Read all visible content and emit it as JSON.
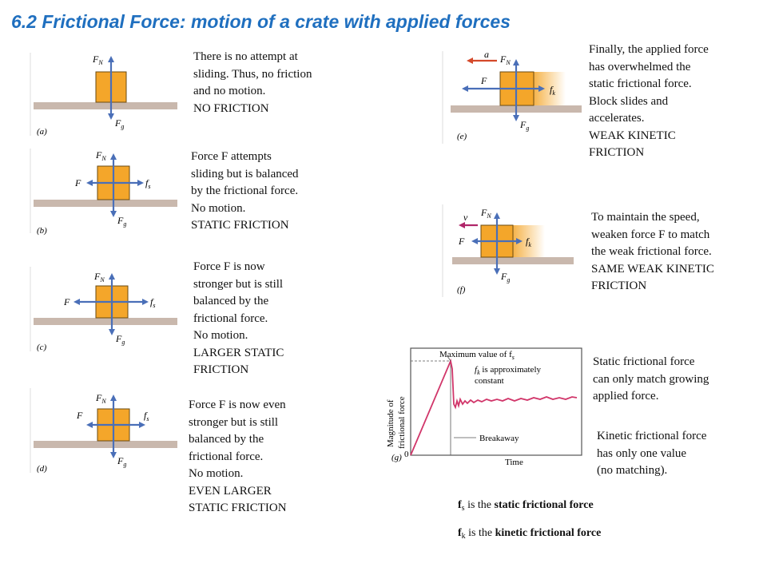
{
  "title": "6.2 Frictional Force: motion of a crate with applied forces",
  "panels": {
    "a": {
      "tag": "(a)",
      "lines": [
        "There is no attempt at",
        "sliding. Thus, no friction",
        "and no motion.",
        "NO FRICTION"
      ]
    },
    "b": {
      "tag": "(b)",
      "lines": [
        "Force F attempts",
        "sliding but is balanced",
        "by the frictional force.",
        "No motion.",
        "STATIC FRICTION"
      ]
    },
    "c": {
      "tag": "(c)",
      "lines": [
        "Force F is now",
        "stronger but is still",
        "balanced by the",
        "frictional force.",
        "No motion.",
        "LARGER STATIC",
        "FRICTION"
      ]
    },
    "d": {
      "tag": "(d)",
      "lines": [
        "Force F is now even",
        "stronger but is still",
        "balanced by the",
        "frictional force.",
        "No motion.",
        "EVEN LARGER",
        "STATIC FRICTION"
      ]
    },
    "e": {
      "tag": "(e)",
      "lines": [
        "Finally, the applied force",
        "has overwhelmed the",
        "static frictional force.",
        "Block slides and",
        "accelerates.",
        "WEAK KINETIC",
        "FRICTION"
      ]
    },
    "f": {
      "tag": "(f)",
      "lines": [
        "To maintain the speed,",
        "weaken force F to match",
        "the weak frictional force.",
        "SAME WEAK KINETIC",
        "FRICTION"
      ]
    }
  },
  "vectors": {
    "FN": "F",
    "FN_sub": "N",
    "Fg": "F",
    "Fg_sub": "g",
    "F": "F",
    "fs": "f",
    "fs_sub": "s",
    "fk": "f",
    "fk_sub": "k",
    "a": "a",
    "v": "v"
  },
  "graph": {
    "tag": "(g)",
    "ylabel_1": "Magnitude of",
    "ylabel_2": "frictional force",
    "xlabel": "Time",
    "origin": "0",
    "ann_max": "Maximum value of f",
    "ann_max_sub": "s",
    "ann_fk_1": "f",
    "ann_fk_sub": "k",
    "ann_fk_1b": " is approximately",
    "ann_fk_2": "constant",
    "ann_break": "Breakaway"
  },
  "notes": {
    "static": [
      "Static frictional force",
      "can only match growing",
      "applied force."
    ],
    "kinetic": [
      "Kinetic frictional force",
      "has only one value",
      "(no matching)."
    ]
  },
  "definitions": {
    "fs_sym": "f",
    "fs_sub": "s",
    "fs_mid": " is   the ",
    "fs_bold": "static frictional force",
    "fk_sym": "f",
    "fk_sub": "k",
    "fk_mid": " is the ",
    "fk_bold": "kinetic frictional force"
  },
  "colors": {
    "title": "#1f6fbf",
    "crate": "#f4a62a",
    "ground": "#c9b8ad",
    "vector": "#4a6fb8",
    "accel": "#d4492a",
    "velocity": "#b0266a",
    "curve": "#d1366a"
  }
}
